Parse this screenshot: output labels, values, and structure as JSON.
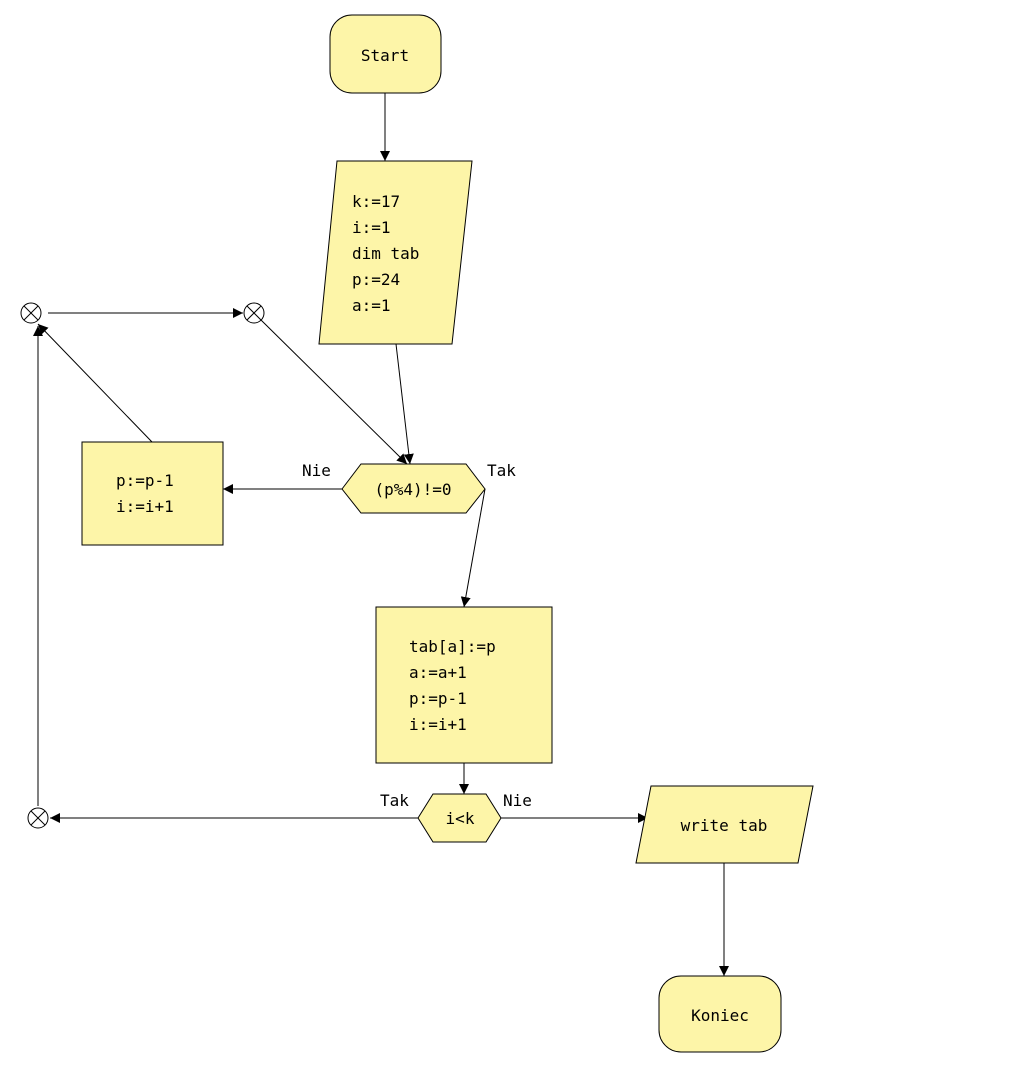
{
  "colors": {
    "shape_fill": "#fdf5a8",
    "stroke": "#000000",
    "background": "#ffffff"
  },
  "nodes": {
    "start": {
      "label": "Start"
    },
    "init": {
      "lines": [
        "k:=17",
        "i:=1",
        "dim tab",
        "p:=24",
        "a:=1"
      ]
    },
    "cond_mod": {
      "label": "(p%4)!=0"
    },
    "dec_block": {
      "lines": [
        "p:=p-1",
        "i:=i+1"
      ]
    },
    "store_block": {
      "lines": [
        "tab[a]:=p",
        "a:=a+1",
        "p:=p-1",
        "i:=i+1"
      ]
    },
    "cond_loop": {
      "label": "i<k"
    },
    "write": {
      "label": "write tab"
    },
    "end": {
      "label": "Koniec"
    }
  },
  "edge_labels": {
    "cond_mod_no": "Nie",
    "cond_mod_yes": "Tak",
    "cond_loop_yes": "Tak",
    "cond_loop_no": "Nie"
  }
}
